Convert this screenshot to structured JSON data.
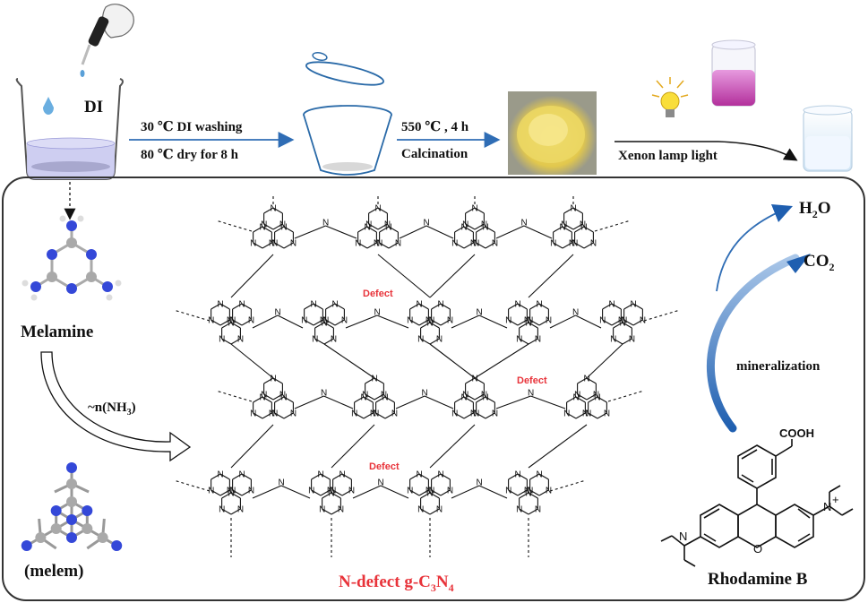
{
  "top_row": {
    "di_label": "DI",
    "washing_label": "30 ℃ DI washing",
    "dry_label": "80 ℃ dry for 8 h",
    "calcination_temp_label": "550 ℃ , 4 h",
    "calcination_label": "Calcination",
    "lamp_label": "Xenon lamp light"
  },
  "left_panel": {
    "melamine_label": "Melamine",
    "loss_label": "~n(NH",
    "loss_sub": "3",
    "loss_close": ")",
    "melem_label": "(melem)"
  },
  "center_panel": {
    "defect_label": "Defect",
    "product_prefix": "N-defect g-C",
    "product_sub1": "3",
    "product_mid": "N",
    "product_sub2": "4",
    "atom_symbol": "N"
  },
  "right_panel": {
    "h2o_prefix": "H",
    "h2o_sub": "2",
    "h2o_suffix": "O",
    "co2_prefix": "CO",
    "co2_sub": "2",
    "mineralization_label": "mineralization",
    "rhodamine_label": "Rhodamine B",
    "cooh_label": "COOH",
    "n_label": "N",
    "nplus_label": "N",
    "plus_label": "+",
    "o_label": "O"
  },
  "colors": {
    "frame": "#333333",
    "defect_red": "#e8333a",
    "arrow_blue": "#2f6db5",
    "atom_blue": "#3448d8",
    "atom_grey": "#a9a9a9",
    "powder_yellow": "#e9d75a",
    "solution_pink": "#c23aa8"
  }
}
